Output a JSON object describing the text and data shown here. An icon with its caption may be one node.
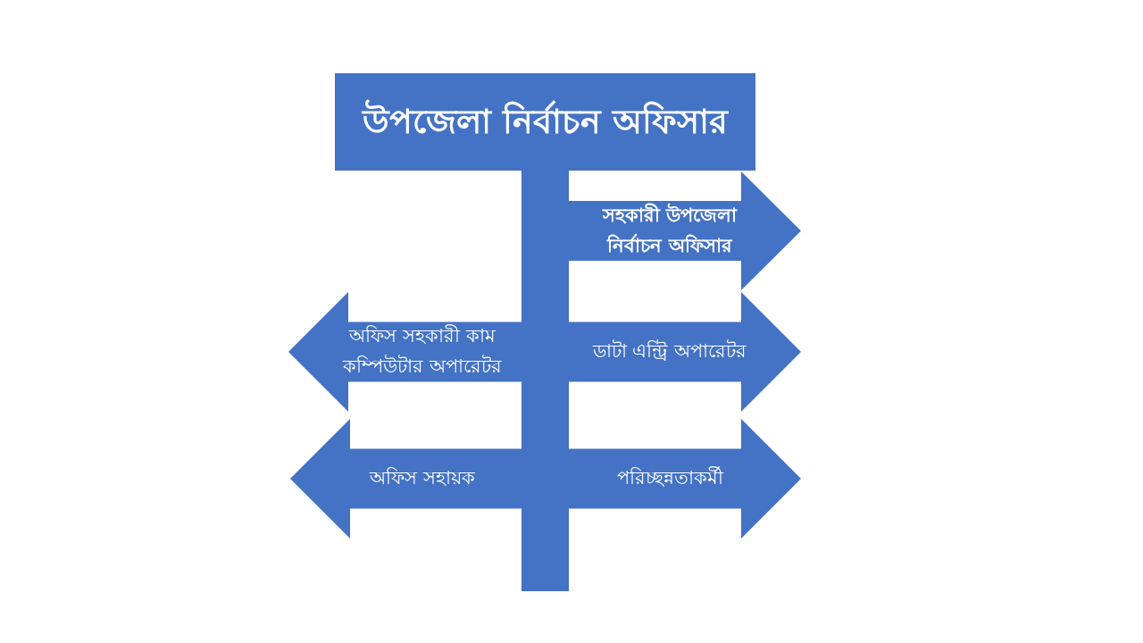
{
  "diagram": {
    "nodes": [
      {
        "text": [
          "উপজেলা নির্বাচন অফিসার"
        ]
      },
      {
        "text": [
          "সহকারী উপজেলা নির্বাচন অফিসার"
        ]
      },
      {
        "text": [
          "অফিস সহকারী কাম কম্পিউটার অপারেটর"
        ]
      },
      {
        "text": [
          "ডাটা এন্ট্রি অপারেটর"
        ]
      },
      {
        "text": [
          "অফিস সহায়ক"
        ]
      },
      {
        "text": [
          "পরিচ্ছন্নতাকর্মী"
        ]
      }
    ],
    "edges": [
      {
        "from": 0,
        "to": 1,
        "arrow": "none"
      },
      {
        "from": 0,
        "to": 2,
        "arrow": "none"
      },
      {
        "from": 0,
        "to": 3,
        "arrow": "none"
      },
      {
        "from": 0,
        "to": 4,
        "arrow": "none"
      },
      {
        "from": 0,
        "to": 5,
        "arrow": "none"
      }
    ]
  }
}
